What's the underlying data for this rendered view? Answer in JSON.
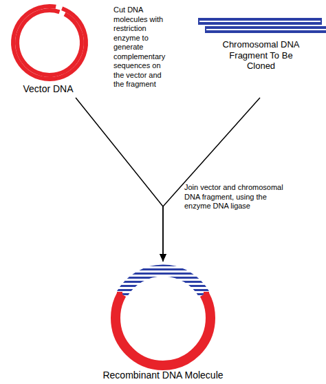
{
  "diagram": {
    "nodes": [
      {
        "text": [
          "Vector DNA"
        ]
      },
      {
        "text": [
          "Chromosomal DNA Fragment To Be Cloned"
        ]
      },
      {
        "text": [
          "Recombinant DNA Molecule"
        ]
      }
    ],
    "edges": [
      {
        "from": 0,
        "to": 2,
        "arrow": "to"
      },
      {
        "from": 1,
        "to": 2,
        "arrow": "to"
      }
    ],
    "labels": [
      "Cut DNA molecules with restriction enzyme to generate complementary sequences on the vector and the fragment",
      "Join vector and chromosomal DNA fragment, using the enzyme DNA ligase"
    ]
  }
}
